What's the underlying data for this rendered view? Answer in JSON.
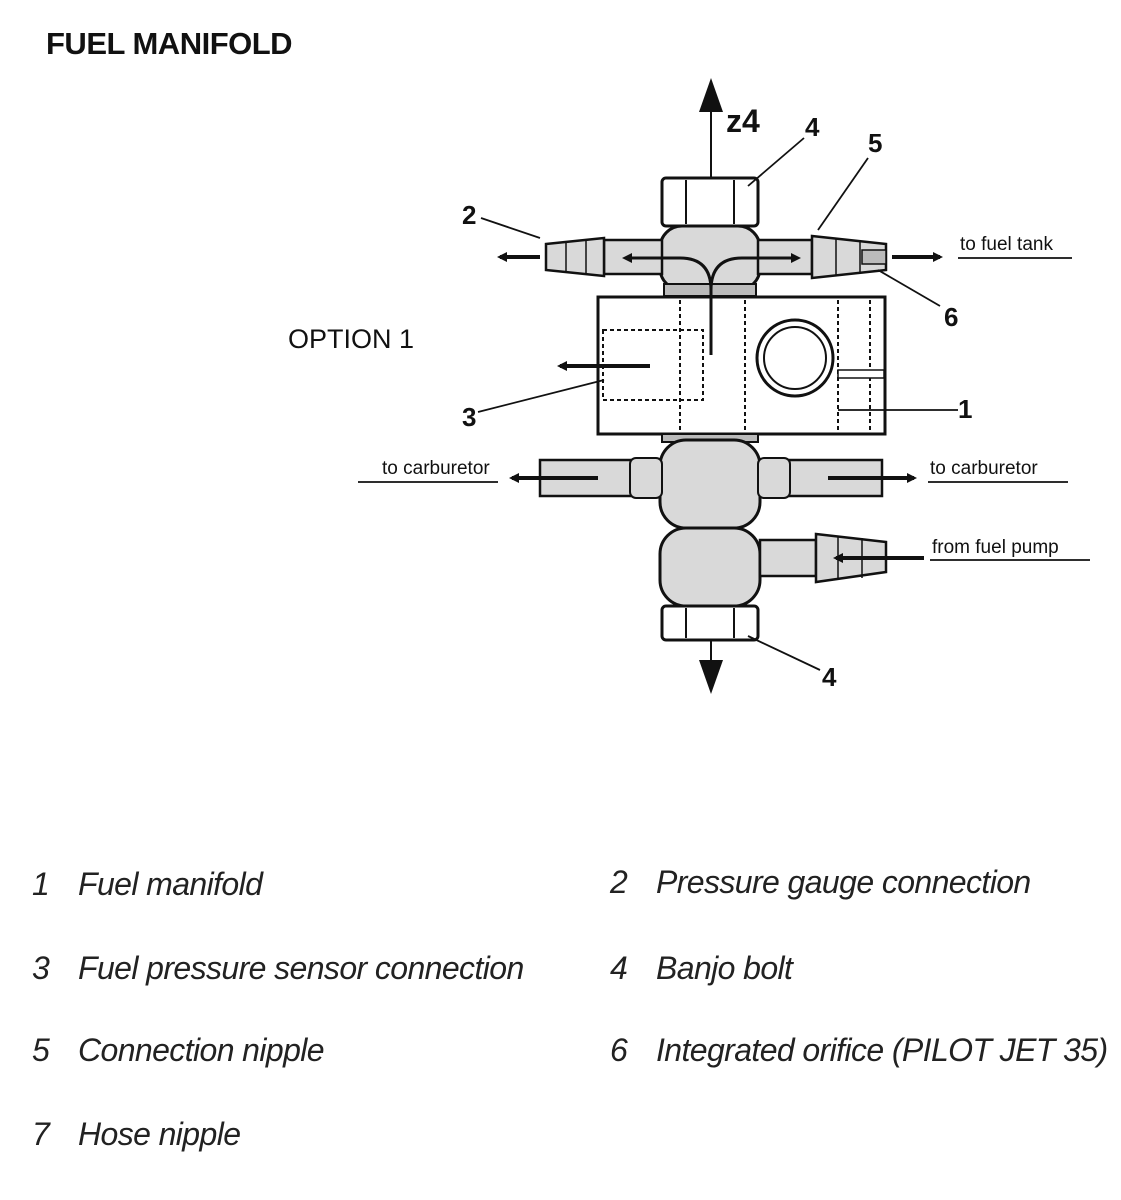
{
  "title": "FUEL MANIFOLD",
  "option_label": "OPTION 1",
  "axis_label": "z4",
  "callouts": [
    "1",
    "2",
    "3",
    "4",
    "4",
    "5",
    "6"
  ],
  "flow_labels": {
    "to_fuel_tank": "to fuel tank",
    "to_carburetor_left": "to carburetor",
    "to_carburetor_right": "to carburetor",
    "from_fuel_pump": "from fuel pump"
  },
  "legend": [
    {
      "num": "1",
      "text": "Fuel manifold"
    },
    {
      "num": "2",
      "text": "Pressure gauge connection"
    },
    {
      "num": "3",
      "text": "Fuel pressure sensor connection"
    },
    {
      "num": "4",
      "text": "Banjo bolt"
    },
    {
      "num": "5",
      "text": "Connection nipple"
    },
    {
      "num": "6",
      "text": "Integrated orifice (PILOT JET 35)"
    },
    {
      "num": "7",
      "text": "Hose nipple"
    }
  ]
}
